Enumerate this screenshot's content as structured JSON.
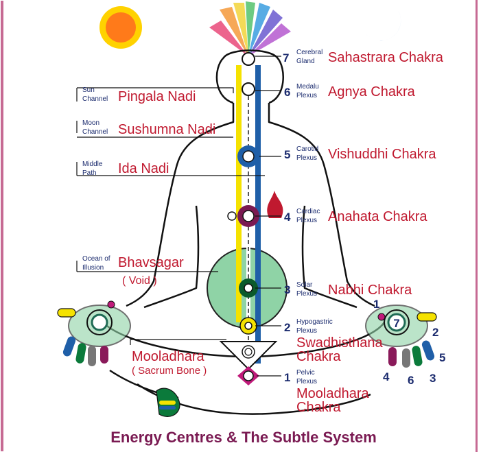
{
  "title": "Energy Centres & The Subtle System",
  "chakras": [
    {
      "number": "7",
      "plexus": [
        "Cerebral",
        "Gland"
      ],
      "name": "Sahastrara Chakra"
    },
    {
      "number": "6",
      "plexus": [
        "Medalu",
        "Plexus"
      ],
      "name": "Agnya Chakra"
    },
    {
      "number": "5",
      "plexus": [
        "Carotid",
        "Plexus"
      ],
      "name": "Vishuddhi Chakra"
    },
    {
      "number": "4",
      "plexus": [
        "Cardiac",
        "Plexus"
      ],
      "name": "Anahata Chakra"
    },
    {
      "number": "3",
      "plexus": [
        "Solar",
        "Plexus"
      ],
      "name": "Nabhi Chakra"
    },
    {
      "number": "2",
      "plexus": [
        "Hypogastric",
        "Plexus"
      ],
      "name_lines": [
        "Swadhisthana",
        "Chakra"
      ]
    },
    {
      "number": "1",
      "plexus": [
        "Pelvic",
        "Plexus"
      ],
      "name_lines": [
        "Mooladhara",
        "Chakra"
      ]
    }
  ],
  "channels": [
    {
      "small": [
        "Sun",
        "Channel"
      ],
      "name": "Pingala Nadi"
    },
    {
      "small": [
        "Moon",
        "Channel"
      ],
      "name": "Sushumna Nadi"
    },
    {
      "small": [
        "Middle",
        "Path"
      ],
      "name": "Ida Nadi"
    },
    {
      "small": [
        "Ocean of",
        "Illusion"
      ],
      "name": "Bhavsagar",
      "sub": "( Void )"
    }
  ],
  "mooladhara_left": {
    "name": "Mooladhara",
    "sub": "( Sacrum Bone )"
  },
  "hand_center_number": "7",
  "finger_numbers": [
    "1",
    "2",
    "3",
    "4",
    "5",
    "6"
  ],
  "colors": {
    "chakra_name": "#c0192f",
    "number": "#1b2b6e",
    "title": "#7a1a52",
    "border": "#b04a7a",
    "yellow": "#f5e200",
    "blue": "#1f5fa8",
    "void_green": "#8fd3a6"
  }
}
